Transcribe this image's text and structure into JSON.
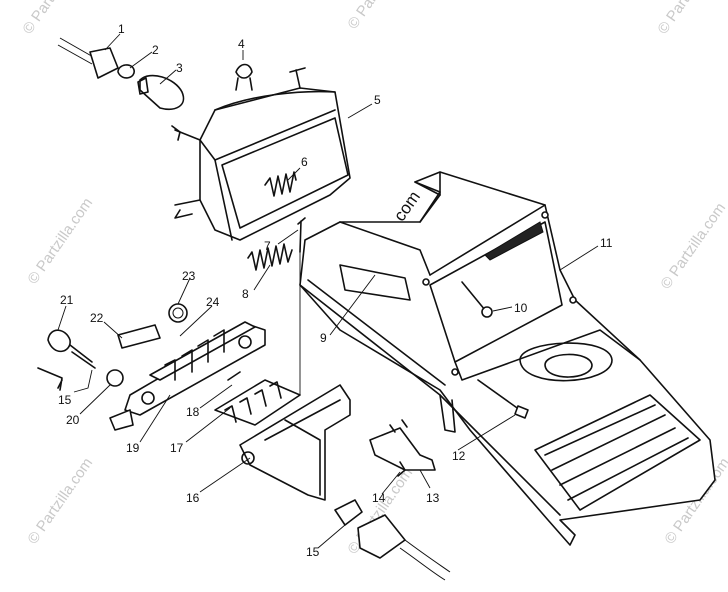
{
  "watermark": "© Partzilla.com",
  "callouts": [
    "1",
    "2",
    "3",
    "4",
    "5",
    "6",
    "7",
    "8",
    "9",
    "10",
    "11",
    "12",
    "13",
    "14",
    "15",
    "15",
    "16",
    "17",
    "18",
    "19",
    "20",
    "21",
    "22",
    "23",
    "24"
  ]
}
